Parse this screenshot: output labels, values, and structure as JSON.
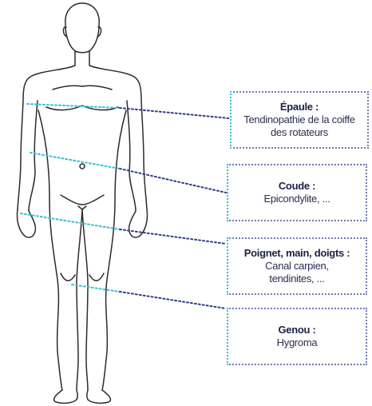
{
  "colors": {
    "body_outline": "#2b2b2b",
    "leader_line": "#2f3a8c",
    "leader_start": "#33c1d9",
    "box_border": "#6f79b4"
  },
  "callouts": [
    {
      "title": "Épaule :",
      "lines": [
        "Tendinopathie de la coiffe",
        "des rotateurs"
      ]
    },
    {
      "title": "Coude :",
      "lines": [
        "Epicondylite, ..."
      ]
    },
    {
      "title": "Poignet, main, doigts :",
      "lines": [
        "Canal carpien,",
        "tendinites, ..."
      ]
    },
    {
      "title": "Genou :",
      "lines": [
        "Hygroma"
      ]
    }
  ]
}
